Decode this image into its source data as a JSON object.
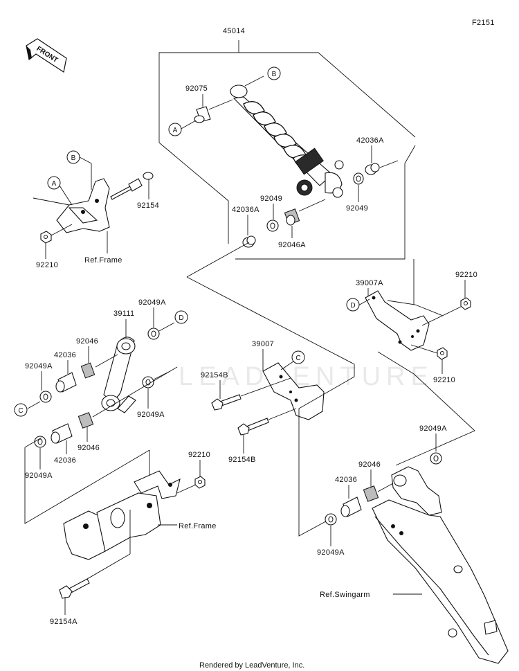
{
  "figure_code": "F2151",
  "front_label": "FRONT",
  "watermark": "LEADVENTURE",
  "footer": "Rendered by LeadVenture, Inc.",
  "labels": {
    "p45014": "45014",
    "p92075": "92075",
    "p42036A_top": "42036A",
    "p92049_right": "92049",
    "p92049_left": "92049",
    "p42036A_left": "42036A",
    "p92046A": "92046A",
    "p92154": "92154",
    "p92210_bracket": "92210",
    "ref_frame_top": "Ref.Frame",
    "p39007A": "39007A",
    "p92210_r1": "92210",
    "p92210_r2": "92210",
    "p92049A_top": "92049A",
    "p39111": "39111",
    "p92046_left": "92046",
    "p42036_upper": "42036",
    "p92049A_left": "92049A",
    "p92049A_mid": "92049A",
    "p92046_lower": "92046",
    "p42036_lower": "42036",
    "p92049A_bottomleft": "92049A",
    "p39007": "39007",
    "p92154B_top": "92154B",
    "p92154B_bottom": "92154B",
    "p92210_frame": "92210",
    "ref_frame_bottom": "Ref.Frame",
    "p92154A": "92154A",
    "p92049A_right": "92049A",
    "p92046_right": "92046",
    "p42036_right": "42036",
    "p92049A_bottomright": "92049A",
    "ref_swingarm": "Ref.Swingarm"
  },
  "callouts": {
    "B_top": "B",
    "A_left": "A",
    "B_bracket": "B",
    "A_bracket": "A",
    "D_link": "D",
    "C_link": "C",
    "C_plate": "C",
    "D_bracket": "D"
  }
}
